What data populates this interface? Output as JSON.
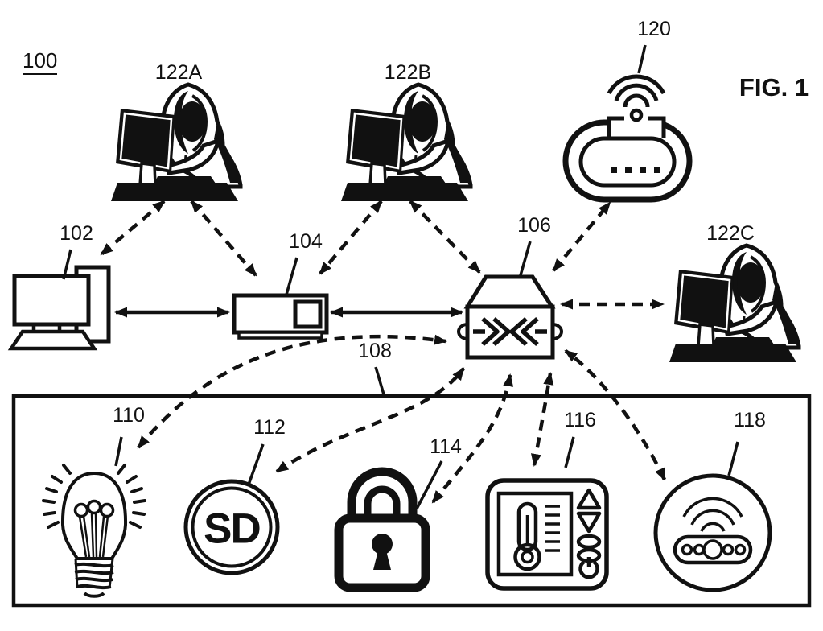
{
  "figure": {
    "ref_label": "100",
    "caption": "FIG. 1",
    "labels": {
      "attacker_a": "122A",
      "attacker_b": "122B",
      "attacker_c": "122C",
      "iot_hub": "120",
      "workstation": "102",
      "modem": "104",
      "network_switch": "106",
      "home_network_boundary": "108",
      "light_bulb": "110",
      "sd_card": "112",
      "smart_lock": "114",
      "thermostat": "116",
      "smart_speaker": "118"
    },
    "sd_card_text": "SD",
    "colors": {
      "ink": "#111111",
      "background": "#ffffff"
    },
    "connections": {
      "solid_links": [
        "102-104",
        "104-106"
      ],
      "dashed_links": [
        "122A-102",
        "122A-104",
        "122B-104",
        "122B-106",
        "106-120",
        "106-122C",
        "106-110",
        "106-112",
        "106-114",
        "106-116",
        "106-118"
      ]
    }
  }
}
